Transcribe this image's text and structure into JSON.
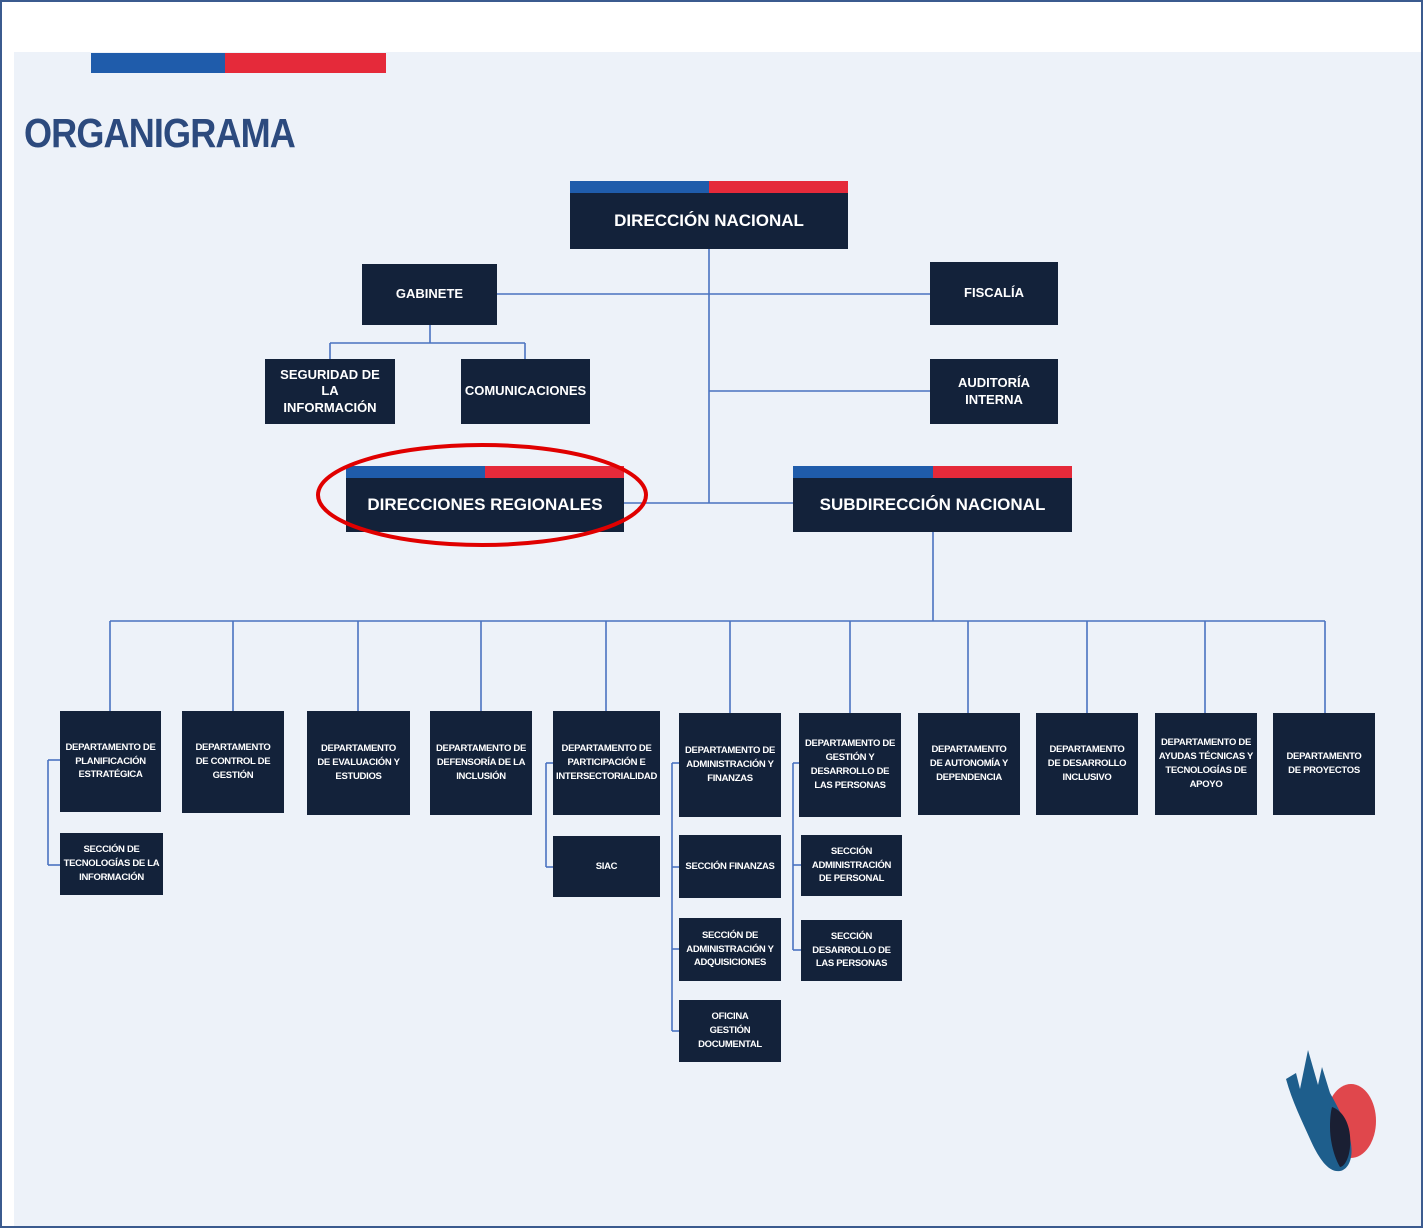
{
  "title": "ORGANIGRAMA",
  "colors": {
    "navy": "#13223a",
    "blue": "#1f5cab",
    "red": "#e52a3a",
    "background": "#edf2f9",
    "line": "#4a73c0",
    "highlight": "#e00000"
  },
  "nodes": {
    "direccion_nacional": "DIRECCIÓN NACIONAL",
    "gabinete": "GABINETE",
    "fiscalia": "FISCALÍA",
    "seguridad": "SEGURIDAD DE LA INFORMACIÓN",
    "comunicaciones": "COMUNICACIONES",
    "auditoria": "AUDITORÍA INTERNA",
    "direcciones_regionales": "DIRECCIONES REGIONALES",
    "subdireccion_nacional": "SUBDIRECCIÓN NACIONAL",
    "dep_planificacion": "DEPARTAMENTO DE PLANIFICACIÓN ESTRATÉGICA",
    "dep_control": "DEPARTAMENTO DE CONTROL DE GESTIÓN",
    "dep_evaluacion": "DEPARTAMENTO DE EVALUACIÓN Y ESTUDIOS",
    "dep_defensoria": "DEPARTAMENTO DE DEFENSORÍA DE LA INCLUSIÓN",
    "dep_participacion": "DEPARTAMENTO DE PARTICIPACIÓN E INTERSECTORIALIDAD",
    "dep_administracion": "DEPARTAMENTO DE ADMINISTRACIÓN Y FINANZAS",
    "dep_gestion_personas": "DEPARTAMENTO DE GESTIÓN Y DESARROLLO DE LAS PERSONAS",
    "dep_autonomia": "DEPARTAMENTO DE AUTONOMÍA Y DEPENDENCIA",
    "dep_desarrollo_inclusivo": "DEPARTAMENTO DE DESARROLLO INCLUSIVO",
    "dep_ayudas": "DEPARTAMENTO DE AYUDAS TÉCNICAS Y TECNOLOGÍAS DE APOYO",
    "dep_proyectos": "DEPARTAMENTO DE PROYECTOS",
    "sec_tecnologias": "SECCIÓN DE TECNOLOGÍAS DE LA INFORMACIÓN",
    "siac": "SIAC",
    "sec_finanzas": "SECCIÓN FINANZAS",
    "sec_adquisiciones": "SECCIÓN DE ADMINISTRACIÓN Y ADQUISICIONES",
    "oficina_documental": "OFICINA GESTIÓN DOCUMENTAL",
    "sec_admin_personal": "SECCIÓN ADMINISTRACIÓN DE PERSONAL",
    "sec_desarrollo_personas": "SECCIÓN DESARROLLO DE LAS PERSONAS"
  }
}
